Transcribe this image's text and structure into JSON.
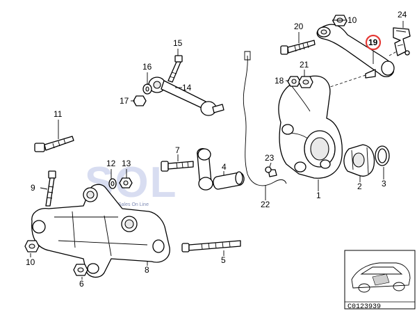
{
  "callouts": {
    "c1": "1",
    "c2": "2",
    "c3": "3",
    "c4": "4",
    "c5": "5",
    "c6": "6",
    "c7": "7",
    "c8": "8",
    "c9": "9",
    "c10a": "10",
    "c10b": "10",
    "c11": "11",
    "c12": "12",
    "c13": "13",
    "c14": "14",
    "c15": "15",
    "c16": "16",
    "c17": "17",
    "c18": "18",
    "c19": "19",
    "c20": "20",
    "c21": "21",
    "c22": "22",
    "c23": "23",
    "c24": "24"
  },
  "highlight_color": "#e53935",
  "watermark": {
    "logo": "SOL",
    "tagline": "Sales On Line"
  },
  "thumbnail": {
    "code": "C0123939"
  }
}
